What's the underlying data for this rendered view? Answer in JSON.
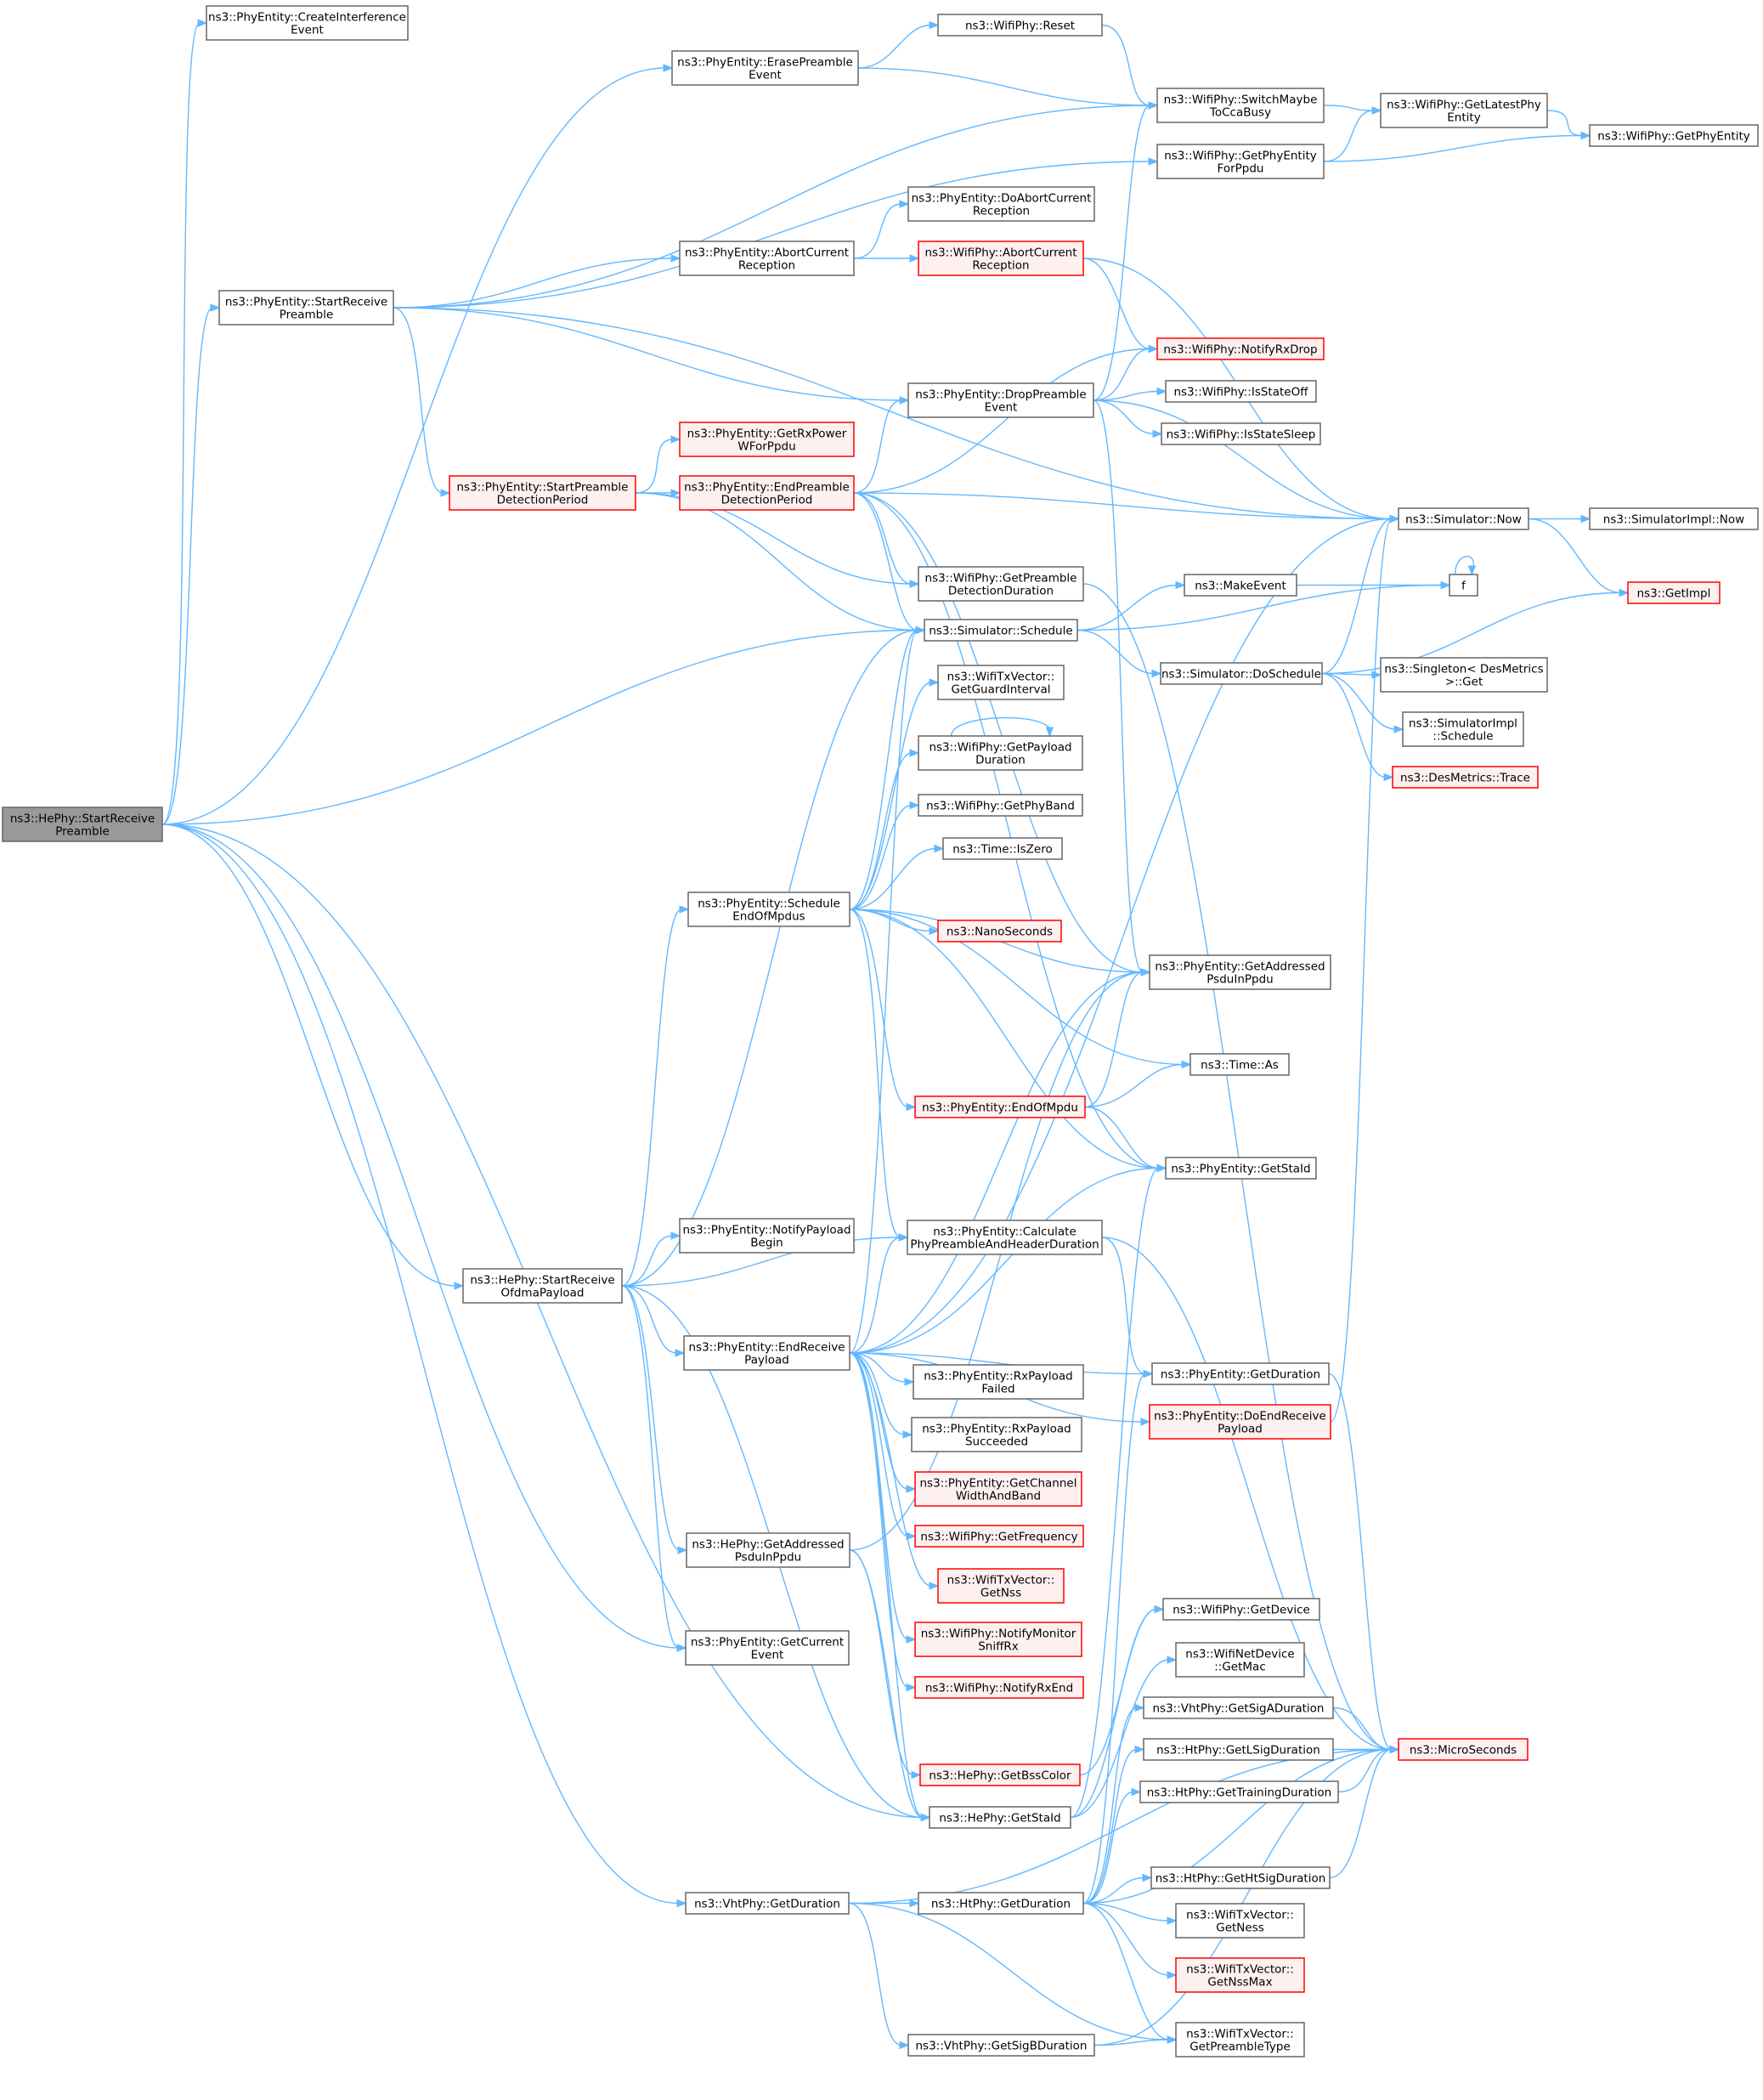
{
  "colors": {
    "edge": "#63b8ff",
    "node_border": "#666666",
    "node_fill": "#ffffff",
    "root_fill": "#999999",
    "truncated_border": "#ff0000",
    "truncated_fill": "#fff0f0"
  },
  "graph": {
    "nodes": [
      {
        "id": "n_root",
        "lines": [
          "ns3::HePhy::StartReceive",
          "Preamble"
        ],
        "style": "root"
      },
      {
        "id": "n_createInterf",
        "lines": [
          "ns3::PhyEntity::CreateInterference",
          "Event"
        ],
        "style": "normal"
      },
      {
        "id": "n_erasePre",
        "lines": [
          "ns3::PhyEntity::ErasePreamble",
          "Event"
        ],
        "style": "normal"
      },
      {
        "id": "n_wifiReset",
        "lines": [
          "ns3::WifiPhy::Reset"
        ],
        "style": "normal"
      },
      {
        "id": "n_switchMaybe",
        "lines": [
          "ns3::WifiPhy::SwitchMaybe",
          "ToCcaBusy"
        ],
        "style": "normal"
      },
      {
        "id": "n_getLatest",
        "lines": [
          "ns3::WifiPhy::GetLatestPhy",
          "Entity"
        ],
        "style": "normal"
      },
      {
        "id": "n_getPhyEntity",
        "lines": [
          "ns3::WifiPhy::GetPhyEntity"
        ],
        "style": "normal"
      },
      {
        "id": "n_getPhyEntityForPpdu",
        "lines": [
          "ns3::WifiPhy::GetPhyEntity",
          "ForPpdu"
        ],
        "style": "normal"
      },
      {
        "id": "n_doAbort",
        "lines": [
          "ns3::PhyEntity::DoAbortCurrent",
          "Reception"
        ],
        "style": "normal"
      },
      {
        "id": "n_abortEnt",
        "lines": [
          "ns3::PhyEntity::AbortCurrent",
          "Reception"
        ],
        "style": "normal"
      },
      {
        "id": "n_wifiAbort",
        "lines": [
          "ns3::WifiPhy::AbortCurrent",
          "Reception"
        ],
        "style": "truncated"
      },
      {
        "id": "n_startRecvPre",
        "lines": [
          "ns3::PhyEntity::StartReceive",
          "Preamble"
        ],
        "style": "normal"
      },
      {
        "id": "n_notifyRxDrop",
        "lines": [
          "ns3::WifiPhy::NotifyRxDrop"
        ],
        "style": "truncated"
      },
      {
        "id": "n_dropPre",
        "lines": [
          "ns3::PhyEntity::DropPreamble",
          "Event"
        ],
        "style": "normal"
      },
      {
        "id": "n_isStateOff",
        "lines": [
          "ns3::WifiPhy::IsStateOff"
        ],
        "style": "normal"
      },
      {
        "id": "n_isStateSleep",
        "lines": [
          "ns3::WifiPhy::IsStateSleep"
        ],
        "style": "normal"
      },
      {
        "id": "n_getRxPower",
        "lines": [
          "ns3::PhyEntity::GetRxPower",
          "WForPpdu"
        ],
        "style": "truncated"
      },
      {
        "id": "n_startPreDet",
        "lines": [
          "ns3::PhyEntity::StartPreamble",
          "DetectionPeriod"
        ],
        "style": "truncated"
      },
      {
        "id": "n_endPreDet",
        "lines": [
          "ns3::PhyEntity::EndPreamble",
          "DetectionPeriod"
        ],
        "style": "truncated"
      },
      {
        "id": "n_simNow",
        "lines": [
          "ns3::Simulator::Now"
        ],
        "style": "normal"
      },
      {
        "id": "n_simImplNow",
        "lines": [
          "ns3::SimulatorImpl::Now"
        ],
        "style": "normal"
      },
      {
        "id": "n_getPreDetDur",
        "lines": [
          "ns3::WifiPhy::GetPreamble",
          "DetectionDuration"
        ],
        "style": "normal"
      },
      {
        "id": "n_makeEvent",
        "lines": [
          "ns3::MakeEvent"
        ],
        "style": "normal"
      },
      {
        "id": "n_f",
        "lines": [
          "f"
        ],
        "style": "normal"
      },
      {
        "id": "n_getImpl",
        "lines": [
          "ns3::GetImpl"
        ],
        "style": "truncated"
      },
      {
        "id": "n_simSchedule",
        "lines": [
          "ns3::Simulator::Schedule"
        ],
        "style": "normal"
      },
      {
        "id": "n_doSchedule",
        "lines": [
          "ns3::Simulator::DoSchedule"
        ],
        "style": "normal"
      },
      {
        "id": "n_singletonGet",
        "lines": [
          "ns3::Singleton< DesMetrics",
          ">::Get"
        ],
        "style": "normal"
      },
      {
        "id": "n_simImplSched",
        "lines": [
          "ns3::SimulatorImpl",
          "::Schedule"
        ],
        "style": "normal"
      },
      {
        "id": "n_desTrace",
        "lines": [
          "ns3::DesMetrics::Trace"
        ],
        "style": "truncated"
      },
      {
        "id": "n_getGuard",
        "lines": [
          "ns3::WifiTxVector::",
          "GetGuardInterval"
        ],
        "style": "normal"
      },
      {
        "id": "n_getPayloadDur",
        "lines": [
          "ns3::WifiPhy::GetPayload",
          "Duration"
        ],
        "style": "normal"
      },
      {
        "id": "n_getPhyBand",
        "lines": [
          "ns3::WifiPhy::GetPhyBand"
        ],
        "style": "normal"
      },
      {
        "id": "n_isZero",
        "lines": [
          "ns3::Time::IsZero"
        ],
        "style": "normal"
      },
      {
        "id": "n_schedEom",
        "lines": [
          "ns3::PhyEntity::Schedule",
          "EndOfMpdus"
        ],
        "style": "normal"
      },
      {
        "id": "n_nanoSec",
        "lines": [
          "ns3::NanoSeconds"
        ],
        "style": "truncated"
      },
      {
        "id": "n_getAddrEnt",
        "lines": [
          "ns3::PhyEntity::GetAddressed",
          "PsduInPpdu"
        ],
        "style": "normal"
      },
      {
        "id": "n_timeAs",
        "lines": [
          "ns3::Time::As"
        ],
        "style": "normal"
      },
      {
        "id": "n_endOfMpdu",
        "lines": [
          "ns3::PhyEntity::EndOfMpdu"
        ],
        "style": "truncated"
      },
      {
        "id": "n_getStaIdEnt",
        "lines": [
          "ns3::PhyEntity::GetStaId"
        ],
        "style": "normal"
      },
      {
        "id": "n_notifyPayBegin",
        "lines": [
          "ns3::PhyEntity::NotifyPayload",
          "Begin"
        ],
        "style": "normal"
      },
      {
        "id": "n_calcPre",
        "lines": [
          "ns3::PhyEntity::Calculate",
          "PhyPreambleAndHeaderDuration"
        ],
        "style": "normal"
      },
      {
        "id": "n_startRecvOfdma",
        "lines": [
          "ns3::HePhy::StartReceive",
          "OfdmaPayload"
        ],
        "style": "normal"
      },
      {
        "id": "n_endRecvPay",
        "lines": [
          "ns3::PhyEntity::EndReceive",
          "Payload"
        ],
        "style": "normal"
      },
      {
        "id": "n_getDurEnt",
        "lines": [
          "ns3::PhyEntity::GetDuration"
        ],
        "style": "normal"
      },
      {
        "id": "n_doEndRecvPay",
        "lines": [
          "ns3::PhyEntity::DoEndReceive",
          "Payload"
        ],
        "style": "truncated"
      },
      {
        "id": "n_rxPayFailed",
        "lines": [
          "ns3::PhyEntity::RxPayload",
          "Failed"
        ],
        "style": "normal"
      },
      {
        "id": "n_rxPaySucc",
        "lines": [
          "ns3::PhyEntity::RxPayload",
          "Succeeded"
        ],
        "style": "normal"
      },
      {
        "id": "n_getChanWidth",
        "lines": [
          "ns3::PhyEntity::GetChannel",
          "WidthAndBand"
        ],
        "style": "truncated"
      },
      {
        "id": "n_getFreq",
        "lines": [
          "ns3::WifiPhy::GetFrequency"
        ],
        "style": "truncated"
      },
      {
        "id": "n_getNss",
        "lines": [
          "ns3::WifiTxVector::",
          "GetNss"
        ],
        "style": "truncated"
      },
      {
        "id": "n_getAddrHe",
        "lines": [
          "ns3::HePhy::GetAddressed",
          "PsduInPpdu"
        ],
        "style": "normal"
      },
      {
        "id": "n_notifyMon",
        "lines": [
          "ns3::WifiPhy::NotifyMonitor",
          "SniffRx"
        ],
        "style": "truncated"
      },
      {
        "id": "n_getCurEvent",
        "lines": [
          "ns3::PhyEntity::GetCurrent",
          "Event"
        ],
        "style": "normal"
      },
      {
        "id": "n_notifyRxEnd",
        "lines": [
          "ns3::WifiPhy::NotifyRxEnd"
        ],
        "style": "truncated"
      },
      {
        "id": "n_getDevice",
        "lines": [
          "ns3::WifiPhy::GetDevice"
        ],
        "style": "normal"
      },
      {
        "id": "n_getMac",
        "lines": [
          "ns3::WifiNetDevice",
          "::GetMac"
        ],
        "style": "normal"
      },
      {
        "id": "n_getSigA",
        "lines": [
          "ns3::VhtPhy::GetSigADuration"
        ],
        "style": "normal"
      },
      {
        "id": "n_getBssColor",
        "lines": [
          "ns3::HePhy::GetBssColor"
        ],
        "style": "truncated"
      },
      {
        "id": "n_getLSig",
        "lines": [
          "ns3::HtPhy::GetLSigDuration"
        ],
        "style": "normal"
      },
      {
        "id": "n_microSec",
        "lines": [
          "ns3::MicroSeconds"
        ],
        "style": "truncated"
      },
      {
        "id": "n_getStaIdHe",
        "lines": [
          "ns3::HePhy::GetStaId"
        ],
        "style": "normal"
      },
      {
        "id": "n_getTraining",
        "lines": [
          "ns3::HtPhy::GetTrainingDuration"
        ],
        "style": "normal"
      },
      {
        "id": "n_getHtSig",
        "lines": [
          "ns3::HtPhy::GetHtSigDuration"
        ],
        "style": "normal"
      },
      {
        "id": "n_vhtGetDur",
        "lines": [
          "ns3::VhtPhy::GetDuration"
        ],
        "style": "normal"
      },
      {
        "id": "n_htGetDur",
        "lines": [
          "ns3::HtPhy::GetDuration"
        ],
        "style": "normal"
      },
      {
        "id": "n_getNess",
        "lines": [
          "ns3::WifiTxVector::",
          "GetNess"
        ],
        "style": "normal"
      },
      {
        "id": "n_getNssMax",
        "lines": [
          "ns3::WifiTxVector::",
          "GetNssMax"
        ],
        "style": "truncated"
      },
      {
        "id": "n_getSigB",
        "lines": [
          "ns3::VhtPhy::GetSigBDuration"
        ],
        "style": "normal"
      },
      {
        "id": "n_getPreType",
        "lines": [
          "ns3::WifiTxVector::",
          "GetPreambleType"
        ],
        "style": "normal"
      }
    ],
    "edges": [
      [
        "n_root",
        "n_createInterf"
      ],
      [
        "n_root",
        "n_erasePre"
      ],
      [
        "n_root",
        "n_startRecvPre"
      ],
      [
        "n_root",
        "n_simSchedule"
      ],
      [
        "n_root",
        "n_startRecvOfdma"
      ],
      [
        "n_root",
        "n_getCurEvent"
      ],
      [
        "n_root",
        "n_getStaIdHe"
      ],
      [
        "n_root",
        "n_vhtGetDur"
      ],
      [
        "n_erasePre",
        "n_wifiReset"
      ],
      [
        "n_erasePre",
        "n_switchMaybe"
      ],
      [
        "n_wifiReset",
        "n_switchMaybe"
      ],
      [
        "n_switchMaybe",
        "n_getLatest"
      ],
      [
        "n_getLatest",
        "n_getPhyEntity"
      ],
      [
        "n_getPhyEntityForPpdu",
        "n_getLatest"
      ],
      [
        "n_getPhyEntityForPpdu",
        "n_getPhyEntity"
      ],
      [
        "n_startRecvPre",
        "n_switchMaybe"
      ],
      [
        "n_startRecvPre",
        "n_getPhyEntityForPpdu"
      ],
      [
        "n_startRecvPre",
        "n_abortEnt"
      ],
      [
        "n_startRecvPre",
        "n_simNow"
      ],
      [
        "n_startRecvPre",
        "n_dropPre"
      ],
      [
        "n_startRecvPre",
        "n_startPreDet"
      ],
      [
        "n_abortEnt",
        "n_doAbort"
      ],
      [
        "n_abortEnt",
        "n_wifiAbort"
      ],
      [
        "n_wifiAbort",
        "n_notifyRxDrop"
      ],
      [
        "n_wifiAbort",
        "n_simNow"
      ],
      [
        "n_dropPre",
        "n_switchMaybe"
      ],
      [
        "n_dropPre",
        "n_notifyRxDrop"
      ],
      [
        "n_dropPre",
        "n_isStateOff"
      ],
      [
        "n_dropPre",
        "n_isStateSleep"
      ],
      [
        "n_dropPre",
        "n_simNow"
      ],
      [
        "n_dropPre",
        "n_getAddrEnt"
      ],
      [
        "n_startPreDet",
        "n_getRxPower"
      ],
      [
        "n_startPreDet",
        "n_endPreDet"
      ],
      [
        "n_startPreDet",
        "n_getPreDetDur"
      ],
      [
        "n_startPreDet",
        "n_simSchedule"
      ],
      [
        "n_endPreDet",
        "n_dropPre"
      ],
      [
        "n_endPreDet",
        "n_notifyRxDrop"
      ],
      [
        "n_endPreDet",
        "n_simNow"
      ],
      [
        "n_endPreDet",
        "n_getPreDetDur"
      ],
      [
        "n_endPreDet",
        "n_simSchedule"
      ],
      [
        "n_endPreDet",
        "n_getAddrEnt"
      ],
      [
        "n_endPreDet",
        "n_getStaIdEnt"
      ],
      [
        "n_simNow",
        "n_simImplNow"
      ],
      [
        "n_simNow",
        "n_getImpl"
      ],
      [
        "n_getPreDetDur",
        "n_microSec"
      ],
      [
        "n_simSchedule",
        "n_makeEvent"
      ],
      [
        "n_simSchedule",
        "n_f"
      ],
      [
        "n_simSchedule",
        "n_doSchedule"
      ],
      [
        "n_makeEvent",
        "n_f"
      ],
      [
        "n_f",
        "n_f"
      ],
      [
        "n_doSchedule",
        "n_simNow"
      ],
      [
        "n_doSchedule",
        "n_getImpl"
      ],
      [
        "n_doSchedule",
        "n_singletonGet"
      ],
      [
        "n_doSchedule",
        "n_simImplSched"
      ],
      [
        "n_doSchedule",
        "n_desTrace"
      ],
      [
        "n_schedEom",
        "n_simSchedule"
      ],
      [
        "n_schedEom",
        "n_getGuard"
      ],
      [
        "n_schedEom",
        "n_getPayloadDur"
      ],
      [
        "n_schedEom",
        "n_getPhyBand"
      ],
      [
        "n_schedEom",
        "n_isZero"
      ],
      [
        "n_schedEom",
        "n_nanoSec"
      ],
      [
        "n_schedEom",
        "n_getAddrEnt"
      ],
      [
        "n_schedEom",
        "n_timeAs"
      ],
      [
        "n_schedEom",
        "n_endOfMpdu"
      ],
      [
        "n_schedEom",
        "n_getStaIdEnt"
      ],
      [
        "n_schedEom",
        "n_calcPre"
      ],
      [
        "n_getPayloadDur",
        "n_getPayloadDur"
      ],
      [
        "n_endOfMpdu",
        "n_getAddrEnt"
      ],
      [
        "n_endOfMpdu",
        "n_timeAs"
      ],
      [
        "n_endOfMpdu",
        "n_getStaIdEnt"
      ],
      [
        "n_startRecvOfdma",
        "n_simSchedule"
      ],
      [
        "n_startRecvOfdma",
        "n_schedEom"
      ],
      [
        "n_startRecvOfdma",
        "n_notifyPayBegin"
      ],
      [
        "n_startRecvOfdma",
        "n_calcPre"
      ],
      [
        "n_startRecvOfdma",
        "n_endRecvPay"
      ],
      [
        "n_startRecvOfdma",
        "n_getAddrHe"
      ],
      [
        "n_startRecvOfdma",
        "n_getCurEvent"
      ],
      [
        "n_startRecvOfdma",
        "n_getStaIdHe"
      ],
      [
        "n_calcPre",
        "n_getDurEnt"
      ],
      [
        "n_calcPre",
        "n_microSec"
      ],
      [
        "n_endRecvPay",
        "n_simSchedule"
      ],
      [
        "n_endRecvPay",
        "n_getAddrEnt"
      ],
      [
        "n_endRecvPay",
        "n_getStaIdEnt"
      ],
      [
        "n_endRecvPay",
        "n_calcPre"
      ],
      [
        "n_endRecvPay",
        "n_simNow"
      ],
      [
        "n_endRecvPay",
        "n_doEndRecvPay"
      ],
      [
        "n_endRecvPay",
        "n_rxPayFailed"
      ],
      [
        "n_endRecvPay",
        "n_rxPaySucc"
      ],
      [
        "n_endRecvPay",
        "n_getChanWidth"
      ],
      [
        "n_endRecvPay",
        "n_getFreq"
      ],
      [
        "n_endRecvPay",
        "n_getNss"
      ],
      [
        "n_endRecvPay",
        "n_notifyMon"
      ],
      [
        "n_endRecvPay",
        "n_notifyRxEnd"
      ],
      [
        "n_endRecvPay",
        "n_getDurEnt"
      ],
      [
        "n_endRecvPay",
        "n_getStaIdHe"
      ],
      [
        "n_getDurEnt",
        "n_microSec"
      ],
      [
        "n_doEndRecvPay",
        "n_simNow"
      ],
      [
        "n_getAddrHe",
        "n_getAddrEnt"
      ],
      [
        "n_getAddrHe",
        "n_getBssColor"
      ],
      [
        "n_getAddrHe",
        "n_getStaIdHe"
      ],
      [
        "n_getBssColor",
        "n_getDevice"
      ],
      [
        "n_getStaIdHe",
        "n_getStaIdEnt"
      ],
      [
        "n_getStaIdHe",
        "n_getDevice"
      ],
      [
        "n_getStaIdHe",
        "n_getMac"
      ],
      [
        "n_vhtGetDur",
        "n_htGetDur"
      ],
      [
        "n_vhtGetDur",
        "n_getSigB"
      ],
      [
        "n_vhtGetDur",
        "n_getPreType"
      ],
      [
        "n_vhtGetDur",
        "n_microSec"
      ],
      [
        "n_htGetDur",
        "n_getSigA"
      ],
      [
        "n_htGetDur",
        "n_getLSig"
      ],
      [
        "n_htGetDur",
        "n_getTraining"
      ],
      [
        "n_htGetDur",
        "n_getHtSig"
      ],
      [
        "n_htGetDur",
        "n_getNess"
      ],
      [
        "n_htGetDur",
        "n_getNssMax"
      ],
      [
        "n_htGetDur",
        "n_getPreType"
      ],
      [
        "n_htGetDur",
        "n_microSec"
      ],
      [
        "n_htGetDur",
        "n_getDurEnt"
      ],
      [
        "n_getSigA",
        "n_microSec"
      ],
      [
        "n_getLSig",
        "n_microSec"
      ],
      [
        "n_getTraining",
        "n_microSec"
      ],
      [
        "n_getHtSig",
        "n_microSec"
      ],
      [
        "n_getSigB",
        "n_getPreType"
      ],
      [
        "n_getSigB",
        "n_microSec"
      ]
    ]
  }
}
